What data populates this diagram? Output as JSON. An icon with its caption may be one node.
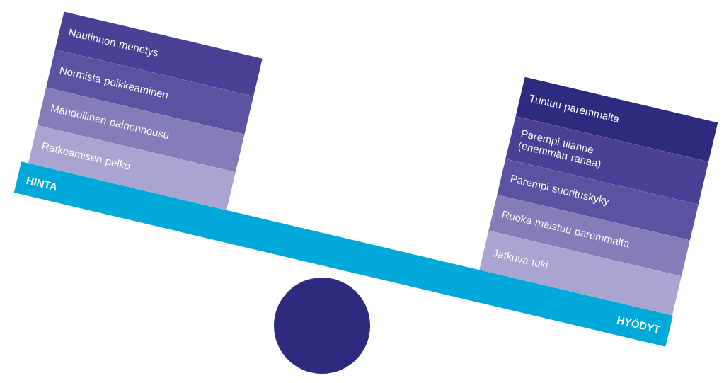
{
  "diagram": {
    "nodes": [
      {
        "text": [
          "Nautinnon menetys"
        ]
      },
      {
        "text": [
          "Normista poikkeaminen"
        ]
      },
      {
        "text": [
          "Mahdollinen painonnousu"
        ]
      },
      {
        "text": [
          "Ratkeamisen pelko"
        ]
      },
      {
        "text": [
          "Tuntuu paremmalta"
        ]
      },
      {
        "text": [
          "Parempi tilanne (enemmän rahaa)"
        ]
      },
      {
        "text": [
          "Parempi suorituskyky"
        ]
      },
      {
        "text": [
          "Ruoka maistuu paremmalta"
        ]
      },
      {
        "text": [
          "Jatkuva tuki"
        ]
      },
      {
        "text": [
          "HINTA",
          "HYÖDYT"
        ]
      },
      {
        "text": [],
        "shape": "circle"
      }
    ]
  }
}
